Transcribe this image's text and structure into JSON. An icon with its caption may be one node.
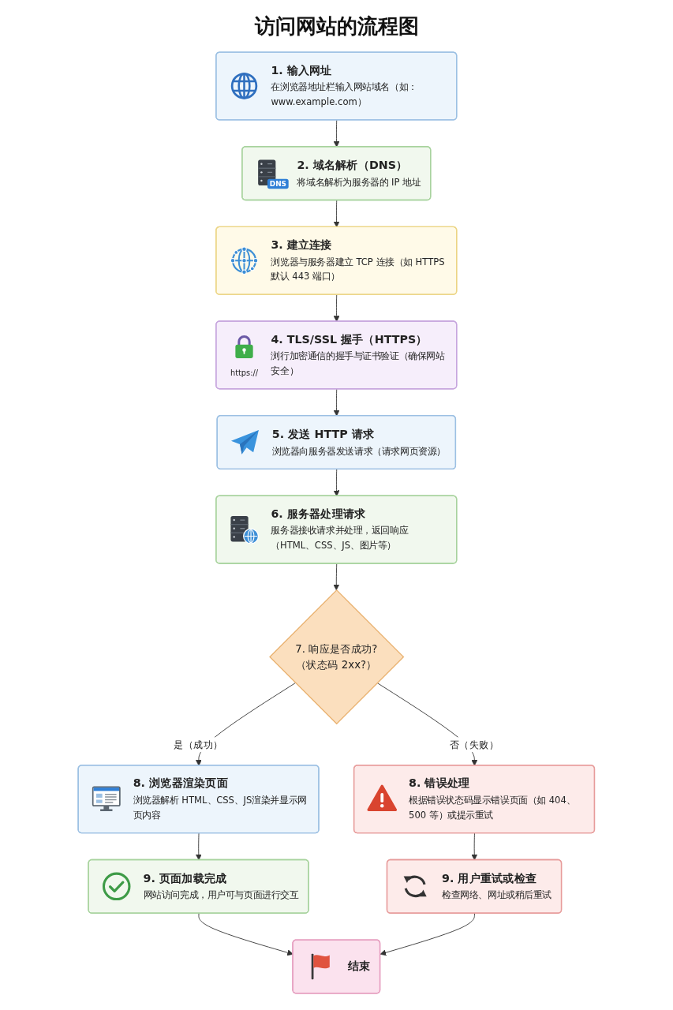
{
  "diagram": {
    "title": "访问网站的流程图",
    "nodes": [
      {
        "text": [
          "1. 输入网址",
          "在浏览器地址栏输入网站域名（如：www.example.com）"
        ]
      },
      {
        "text": [
          "DNS",
          "2. 域名解析（DNS）",
          "将域名解析为服务器的 IP 地址"
        ]
      },
      {
        "text": [
          "3. 建立连接",
          "浏览器与服务器建立 TCP 连接（如 HTTPS 默认 443 端口）"
        ]
      },
      {
        "text": [
          "https://",
          "4. TLS/SSL 握手（HTTPS）",
          "浏行加密通信的握手与证书验证（确保网站安全）"
        ]
      },
      {
        "text": [
          "5. 发送 HTTP 请求",
          "浏览器向服务器发送请求（请求网页资源）"
        ]
      },
      {
        "text": [
          "6. 服务器处理请求",
          "服务器接收请求并处理，返回响应（HTML、CSS、JS、图片等）"
        ]
      },
      {
        "text": [
          "7. 响应是否成功?",
          "（状态码 2xx?）"
        ]
      },
      {
        "text": [
          "8. 浏览器渲染页面",
          "浏览器解析 HTML、CSS、JS渲染并显示网页内容"
        ]
      },
      {
        "text": [
          "8. 错误处理",
          "根据错误状态码显示错误页面（如 404、500 等）或提示重试"
        ]
      },
      {
        "text": [
          "9. 页面加载完成",
          "网站访问完成，用户可与页面进行交互"
        ]
      },
      {
        "text": [
          "9. 用户重试或检查",
          "检查网络、网址或稍后重试"
        ]
      },
      {
        "text": [
          "结束"
        ]
      }
    ],
    "edges": [
      {
        "from": 0,
        "to": 1,
        "arrow": "to"
      },
      {
        "from": 1,
        "to": 2,
        "arrow": "to"
      },
      {
        "from": 2,
        "to": 3,
        "arrow": "to"
      },
      {
        "from": 3,
        "to": 4,
        "arrow": "to"
      },
      {
        "from": 4,
        "to": 5,
        "arrow": "to"
      },
      {
        "from": 5,
        "to": 6,
        "arrow": "to"
      },
      {
        "from": 6,
        "to": 7,
        "arrow": "to",
        "label": "是（成功）"
      },
      {
        "from": 6,
        "to": 8,
        "arrow": "to",
        "label": "否（失败）"
      },
      {
        "from": 7,
        "to": 9,
        "arrow": "to"
      },
      {
        "from": 8,
        "to": 10,
        "arrow": "to"
      },
      {
        "from": 9,
        "to": 11,
        "arrow": "to"
      },
      {
        "from": 10,
        "to": 11,
        "arrow": "to"
      }
    ]
  }
}
